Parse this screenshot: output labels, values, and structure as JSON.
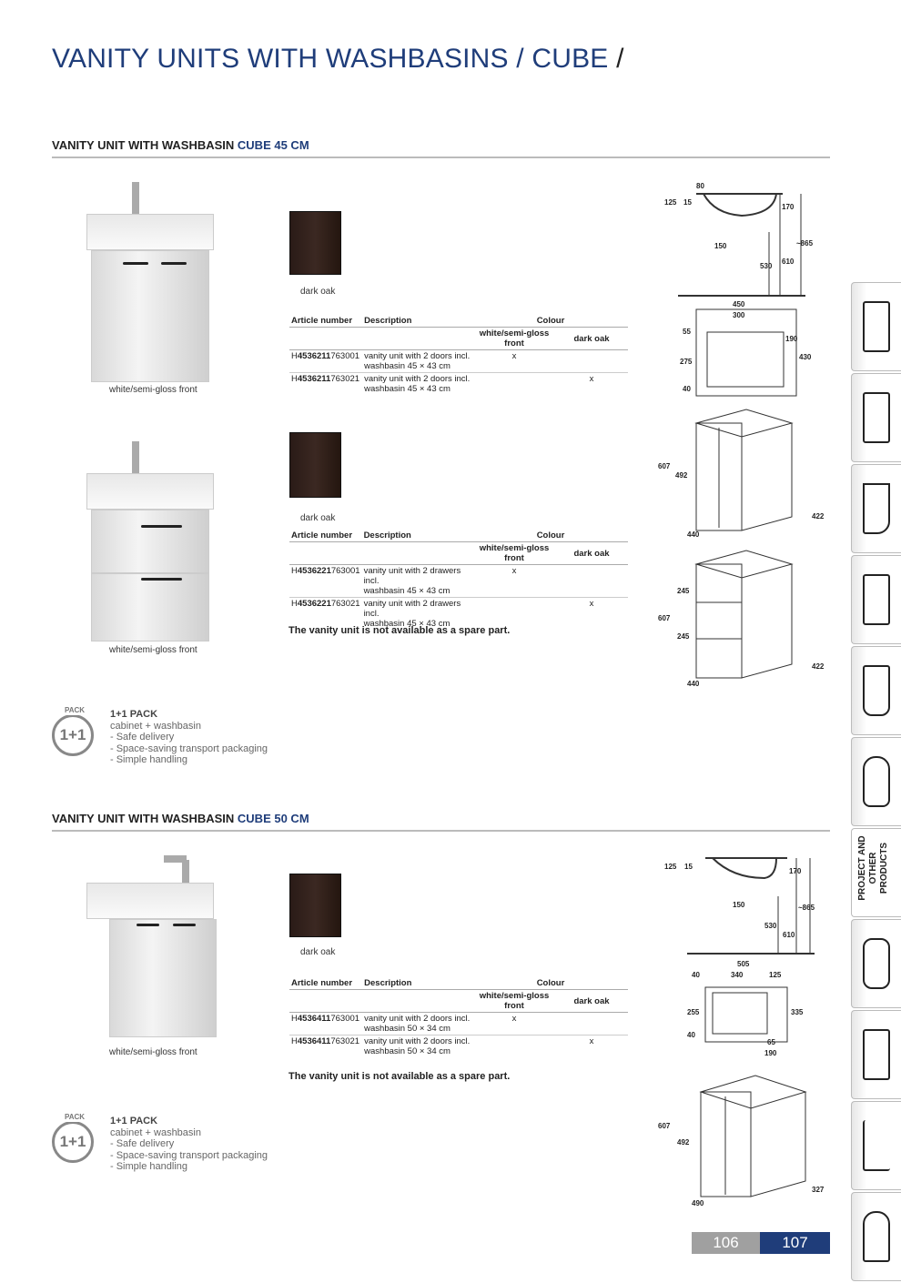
{
  "page_title": "VANITY UNITS WITH WASHBASINS / CUBE",
  "page_title_suffix": "/",
  "note": "The vanity unit is not available as a spare part.",
  "sections": [
    {
      "heading_prefix": "VANITY UNIT WITH WASHBASIN ",
      "heading_accent": "CUBE 45 CM",
      "products": [
        {
          "main_caption": "white/semi-gloss front",
          "alt_caption": "dark oak",
          "table": {
            "col_article": "Article number",
            "col_desc": "Description",
            "col_colour": "Colour",
            "col_white": "white/semi-gloss front",
            "col_oak": "dark oak",
            "rows": [
              {
                "prefix": "H",
                "bold": "4536211",
                "suffix": "763001",
                "desc1": "vanity unit with 2 doors incl.",
                "desc2": "washbasin 45 × 43 cm",
                "white": "x",
                "oak": ""
              },
              {
                "prefix": "H",
                "bold": "4536211",
                "suffix": "763021",
                "desc1": "vanity unit with 2 doors incl.",
                "desc2": "washbasin 45 × 43 cm",
                "white": "",
                "oak": "x"
              }
            ]
          }
        },
        {
          "main_caption": "white/semi-gloss front",
          "alt_caption": "dark oak",
          "table": {
            "col_article": "Article number",
            "col_desc": "Description",
            "col_colour": "Colour",
            "col_white": "white/semi-gloss front",
            "col_oak": "dark oak",
            "rows": [
              {
                "prefix": "H",
                "bold": "4536221",
                "suffix": "763001",
                "desc1": "vanity unit with 2 drawers incl.",
                "desc2": "washbasin 45 × 43 cm",
                "white": "x",
                "oak": ""
              },
              {
                "prefix": "H",
                "bold": "4536221",
                "suffix": "763021",
                "desc1": "vanity unit with 2 drawers incl.",
                "desc2": "washbasin 45 × 43 cm",
                "white": "",
                "oak": "x"
              }
            ]
          }
        }
      ],
      "dims": {
        "side": [
          "80",
          "125",
          "15",
          "170",
          "150",
          "530",
          "610",
          "~865"
        ],
        "top": [
          "450",
          "300",
          "55",
          "275",
          "40",
          "190",
          "430"
        ],
        "cab1": [
          "607",
          "492",
          "440",
          "422"
        ],
        "cab2": [
          "607",
          "245",
          "245",
          "440",
          "422"
        ]
      }
    },
    {
      "heading_prefix": "VANITY UNIT WITH WASHBASIN ",
      "heading_accent": "CUBE 50 CM",
      "products": [
        {
          "main_caption": "white/semi-gloss front",
          "alt_caption": "dark oak",
          "table": {
            "col_article": "Article number",
            "col_desc": "Description",
            "col_colour": "Colour",
            "col_white": "white/semi-gloss front",
            "col_oak": "dark oak",
            "rows": [
              {
                "prefix": "H",
                "bold": "4536411",
                "suffix": "763001",
                "desc1": "vanity unit with 2 doors incl.",
                "desc2": "washbasin 50 × 34 cm",
                "white": "x",
                "oak": ""
              },
              {
                "prefix": "H",
                "bold": "4536411",
                "suffix": "763021",
                "desc1": "vanity unit with 2 doors incl.",
                "desc2": "washbasin 50 × 34 cm",
                "white": "",
                "oak": "x"
              }
            ]
          }
        }
      ],
      "dims": {
        "side": [
          "125",
          "15",
          "170",
          "150",
          "530",
          "610",
          "~865"
        ],
        "top": [
          "505",
          "40",
          "340",
          "125",
          "255",
          "40",
          "335",
          "65",
          "190"
        ],
        "cab1": [
          "607",
          "492",
          "490",
          "327"
        ]
      }
    }
  ],
  "pack": {
    "icon_top": "PACK",
    "icon_main": "1+1",
    "title": "1+1 PACK",
    "line1": "cabinet + washbasin",
    "line2": "- Safe delivery",
    "line3": "- Space-saving transport packaging",
    "line4": "- Simple handling"
  },
  "side_tab_label": "PROJECT AND OTHER PRODUCTS",
  "pages": {
    "left": "106",
    "right": "107"
  },
  "colors": {
    "accent": "#1f3d7a",
    "page_grey": "#a0a0a0"
  }
}
